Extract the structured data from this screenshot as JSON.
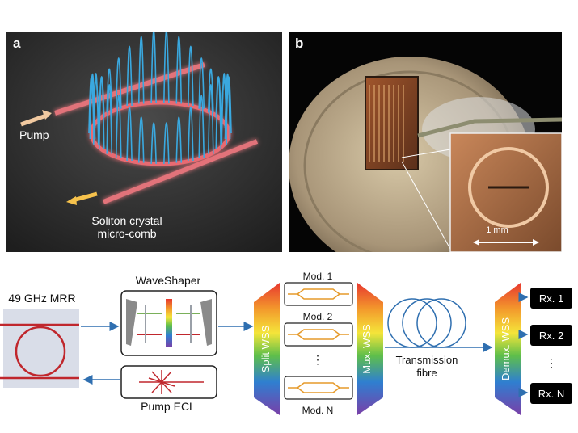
{
  "panel_a": {
    "letter": "a",
    "pump_label": "Pump",
    "soliton_label": "Soliton crystal\nmicro-comb"
  },
  "panel_b": {
    "letter": "b",
    "scale_label": "1 mm"
  },
  "schematic": {
    "mrr_label": "49 GHz MRR",
    "waveshaper_label": "WaveShaper",
    "pump_ecl_label": "Pump ECL",
    "split_wss_label": "Split WSS",
    "mux_wss_label": "Mux. WSS",
    "demux_wss_label": "Demux. WSS",
    "modulators": [
      "Mod. 1",
      "Mod. 2",
      "⋮",
      "Mod. N"
    ],
    "transmission_label": "Transmission\nfibre",
    "receivers": [
      "Rx. 1",
      "Rx. 2",
      "⋮",
      "Rx. N"
    ]
  },
  "colors": {
    "ring_red": "#c0272d",
    "comb_blue": "#3aa9e0",
    "arrow_blue": "#2f6fb0",
    "mrr_box": "#d9dde8"
  }
}
